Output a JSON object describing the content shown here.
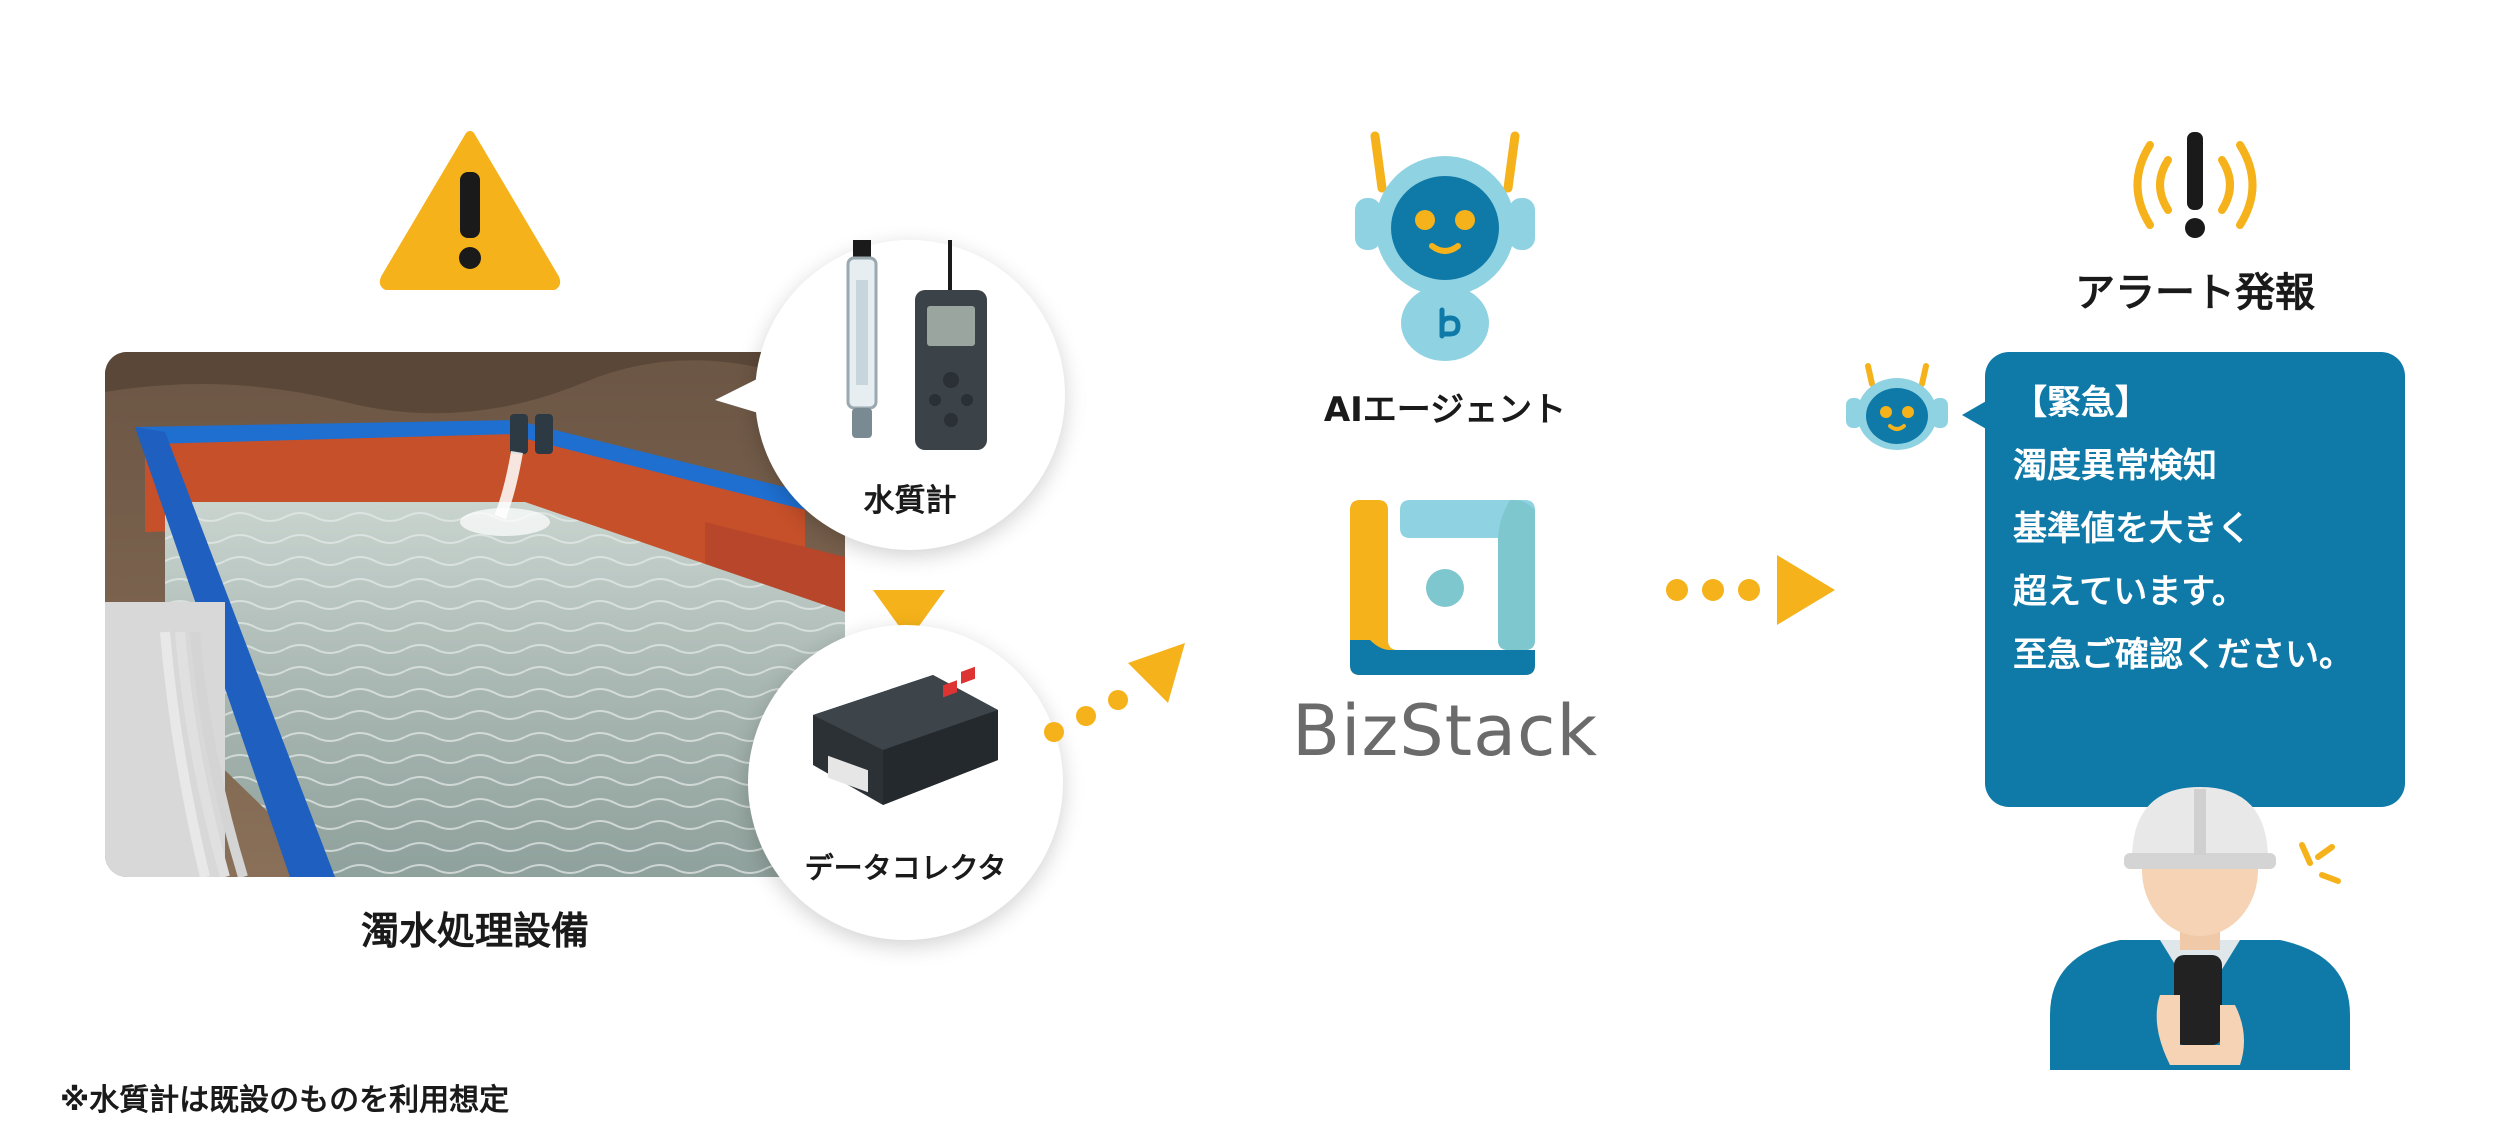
{
  "facility": {
    "label": "濁水処理設備"
  },
  "meter": {
    "label": "水質計"
  },
  "collector": {
    "label": "データコレクタ"
  },
  "agent": {
    "label": "AIエージェント"
  },
  "platform": {
    "logo_text": "BizStack"
  },
  "alert": {
    "title": "アラート発報",
    "message_lines": [
      "【緊急】",
      "濁度異常検知",
      "基準値を大きく",
      "超えています。",
      "至急ご確認ください。"
    ]
  },
  "footnote": "※水質計は既設のものを利用想定",
  "colors": {
    "accent_yellow": "#f5b21a",
    "brand_blue": "#0f7aa8",
    "robot_light_blue": "#8fd3e3",
    "logo_teal": "#7fc7cf",
    "text_dark": "#1a1a1a",
    "logo_text_gray": "#6b6b6b"
  }
}
